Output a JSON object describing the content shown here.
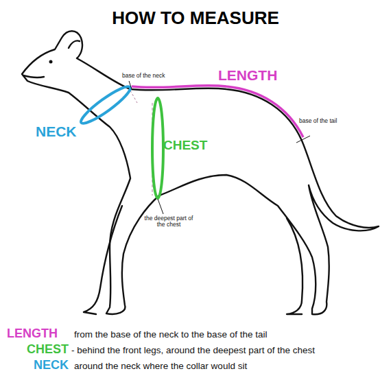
{
  "diagram": {
    "title": "HOW TO MEASURE",
    "labels": [
      "base of the neck",
      "LENGTH",
      "NECK",
      "CHEST",
      "base of the tail",
      "the deepest part of the chest",
      "LENGTH",
      "from the base of the neck to the base of the tail",
      "CHEST",
      "- behind the front legs, around the deepest part of the chest",
      "NECK",
      "around the neck where the collar would sit"
    ]
  }
}
